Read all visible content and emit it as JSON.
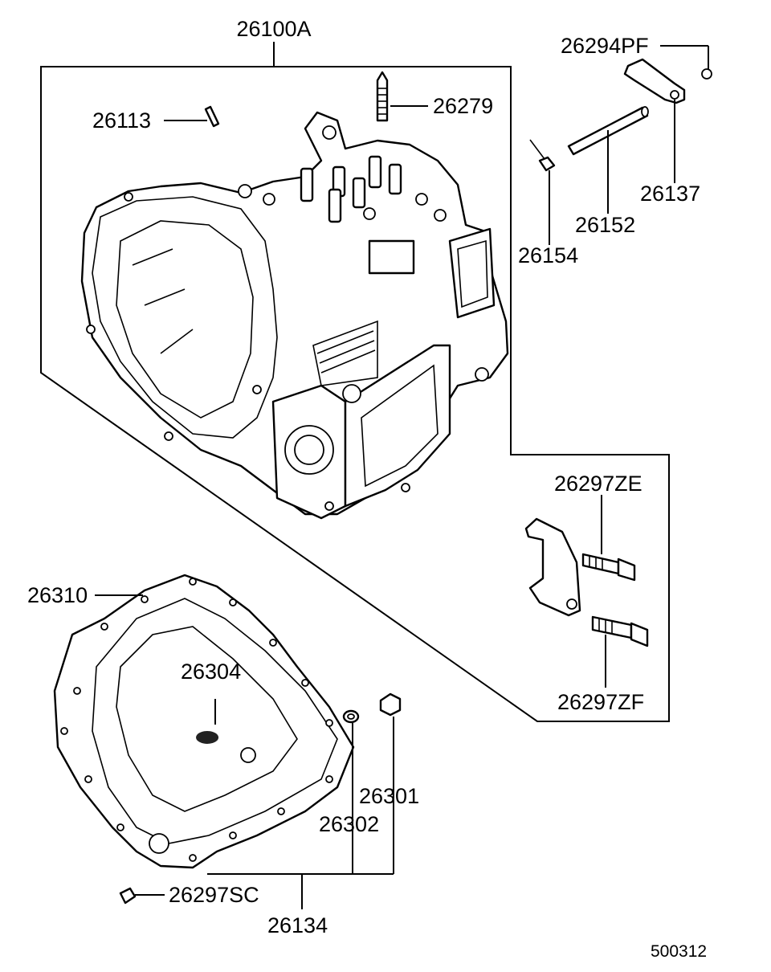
{
  "diagram": {
    "figure_id": "500312",
    "parts": [
      {
        "id": "p-26100A",
        "label": "26100A"
      },
      {
        "id": "p-26113",
        "label": "26113"
      },
      {
        "id": "p-26279",
        "label": "26279"
      },
      {
        "id": "p-26294PF",
        "label": "26294PF"
      },
      {
        "id": "p-26137",
        "label": "26137"
      },
      {
        "id": "p-26152",
        "label": "26152"
      },
      {
        "id": "p-26154",
        "label": "26154"
      },
      {
        "id": "p-26297ZE",
        "label": "26297ZE"
      },
      {
        "id": "p-26297ZF",
        "label": "26297ZF"
      },
      {
        "id": "p-26310",
        "label": "26310"
      },
      {
        "id": "p-26304",
        "label": "26304"
      },
      {
        "id": "p-26301",
        "label": "26301"
      },
      {
        "id": "p-26302",
        "label": "26302"
      },
      {
        "id": "p-26297SC",
        "label": "26297SC"
      },
      {
        "id": "p-26134",
        "label": "26134"
      }
    ]
  }
}
